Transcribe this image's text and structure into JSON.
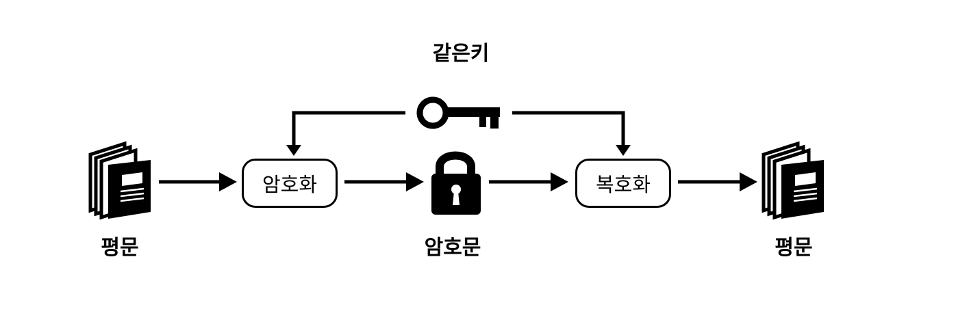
{
  "diagram": {
    "key_label": "같은키",
    "plaintext_left_label": "평문",
    "encrypt_label": "암호화",
    "ciphertext_label": "암호문",
    "decrypt_label": "복호화",
    "plaintext_right_label": "평문"
  },
  "icons": {
    "document_left": "document-stack-icon",
    "key": "key-icon",
    "lock": "padlock-icon",
    "document_right": "document-stack-icon"
  }
}
